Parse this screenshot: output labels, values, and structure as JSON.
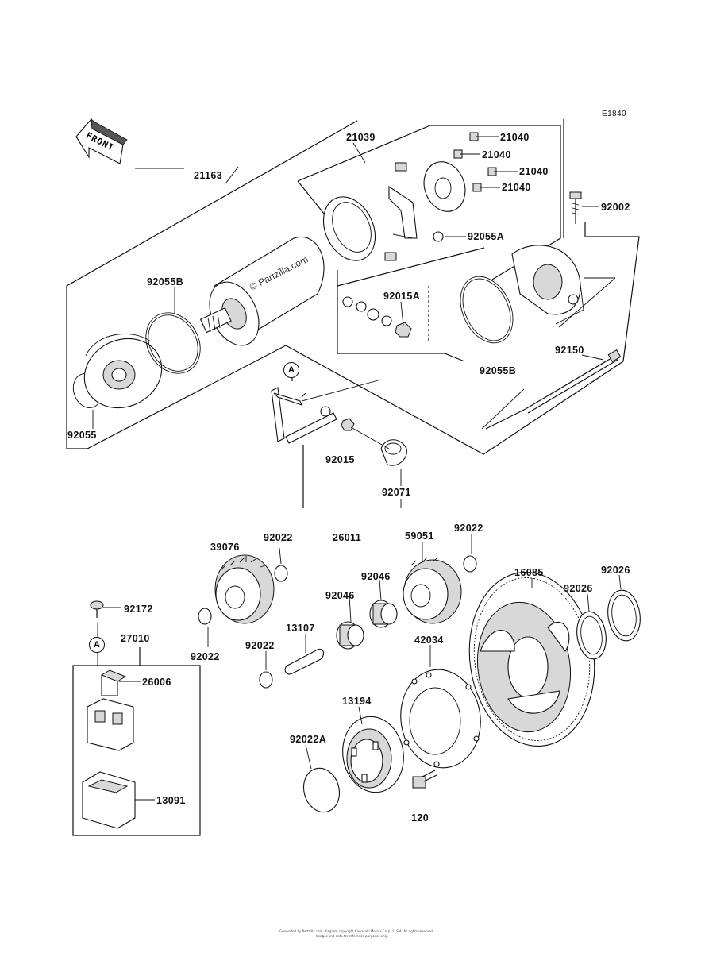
{
  "diagram": {
    "code": "E1840",
    "front_label": "FRONT",
    "watermark": "© Partzilla.com",
    "ref_marker": "A",
    "footer_line1": "Generated by Partzilla.com, diagram copyright Kawasaki Motors Corp., U.S.A. All rights reserved.",
    "footer_line2": "Images and data for reference purposes only."
  },
  "parts": {
    "p21163": "21163",
    "p21039": "21039",
    "p21040a": "21040",
    "p21040b": "21040",
    "p21040c": "21040",
    "p21040d": "21040",
    "p92002": "92002",
    "p92055A": "92055A",
    "p92055B_left": "92055B",
    "p92015A": "92015A",
    "p92150": "92150",
    "p92055B_right": "92055B",
    "p92055": "92055",
    "p92015": "92015",
    "p92071": "92071",
    "p26011": "26011",
    "p39076": "39076",
    "p92022a": "92022",
    "p59051": "59051",
    "p92022b": "92022",
    "p16085": "16085",
    "p92026a": "92026",
    "p92026b": "92026",
    "p92046a": "92046",
    "p92046b": "92046",
    "p92172": "92172",
    "p13107": "13107",
    "p27010": "27010",
    "p92022c": "92022",
    "p92022d": "92022",
    "p42034": "42034",
    "p26006": "26006",
    "p13194": "13194",
    "p92022A": "92022A",
    "p13091": "13091",
    "p120": "120"
  }
}
